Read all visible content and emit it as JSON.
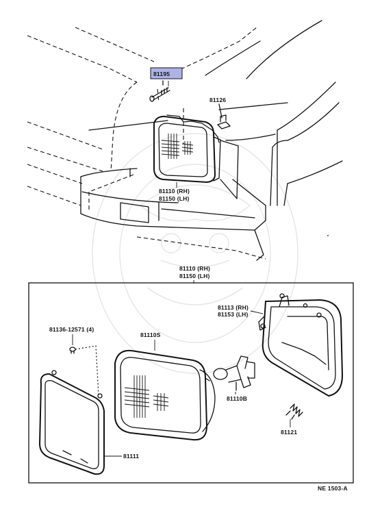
{
  "callouts": {
    "bulb_adjust_screw": "81195",
    "headlamp_unit_assy_top": "81110 (RH)",
    "headlamp_unit_assy_top_lh": "81150 (LH)",
    "bracket_clip": "81126",
    "headlamp_assy_header_rh": "81110 (RH)",
    "headlamp_assy_header_lh": "81150 (LH)",
    "housing_rh": "81113 (RH)",
    "housing_lh": "81153 (LH)",
    "screw": "81136-12571 (4)",
    "sealed_beam": "81110S",
    "bulb": "81110B",
    "spring": "81121",
    "retaining_ring": "81111"
  },
  "highlight_color": "#aeb3e6",
  "footer": {
    "figure_code": "NE 1503-A"
  }
}
